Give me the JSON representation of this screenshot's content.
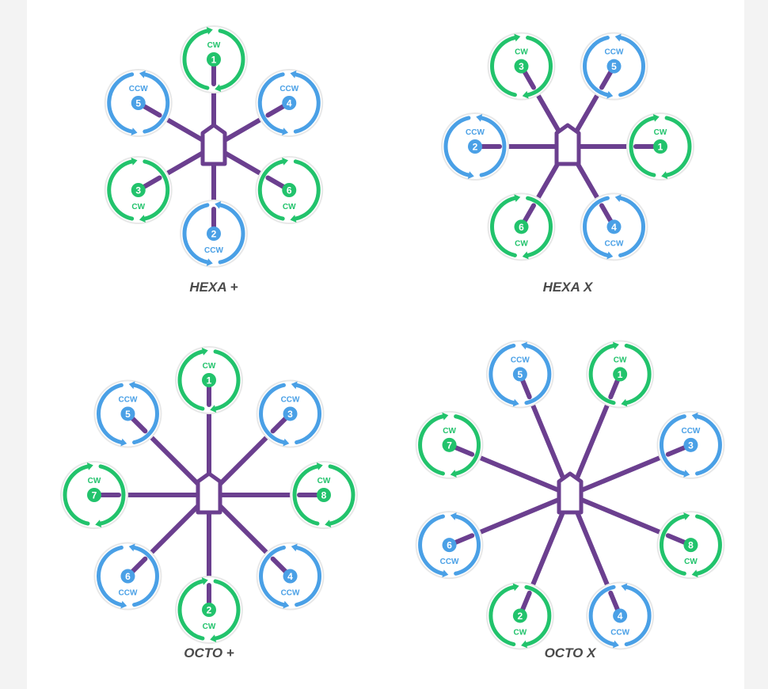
{
  "colors": {
    "frame": "#6b3f8f",
    "cw": "#22c36c",
    "ccw": "#4aa0e6",
    "title": "#4a4a4a",
    "body_fill": "#ffffff"
  },
  "diagrams": [
    {
      "title": "HEXA +",
      "motors": [
        {
          "number": "1",
          "direction": "CW"
        },
        {
          "number": "4",
          "direction": "CCW"
        },
        {
          "number": "6",
          "direction": "CW"
        },
        {
          "number": "2",
          "direction": "CCW"
        },
        {
          "number": "3",
          "direction": "CW"
        },
        {
          "number": "5",
          "direction": "CCW"
        }
      ]
    },
    {
      "title": "HEXA X",
      "motors": [
        {
          "number": "1",
          "direction": "CW"
        },
        {
          "number": "4",
          "direction": "CCW"
        },
        {
          "number": "6",
          "direction": "CW"
        },
        {
          "number": "2",
          "direction": "CCW"
        },
        {
          "number": "3",
          "direction": "CW"
        },
        {
          "number": "5",
          "direction": "CCW"
        }
      ]
    },
    {
      "title": "OCTO +",
      "motors": [
        {
          "number": "1",
          "direction": "CW"
        },
        {
          "number": "3",
          "direction": "CCW"
        },
        {
          "number": "8",
          "direction": "CW"
        },
        {
          "number": "4",
          "direction": "CCW"
        },
        {
          "number": "2",
          "direction": "CW"
        },
        {
          "number": "6",
          "direction": "CCW"
        },
        {
          "number": "7",
          "direction": "CW"
        },
        {
          "number": "5",
          "direction": "CCW"
        }
      ]
    },
    {
      "title": "OCTO X",
      "motors": [
        {
          "number": "1",
          "direction": "CW"
        },
        {
          "number": "3",
          "direction": "CCW"
        },
        {
          "number": "8",
          "direction": "CW"
        },
        {
          "number": "4",
          "direction": "CCW"
        },
        {
          "number": "2",
          "direction": "CW"
        },
        {
          "number": "6",
          "direction": "CCW"
        },
        {
          "number": "7",
          "direction": "CW"
        },
        {
          "number": "5",
          "direction": "CCW"
        }
      ]
    }
  ]
}
